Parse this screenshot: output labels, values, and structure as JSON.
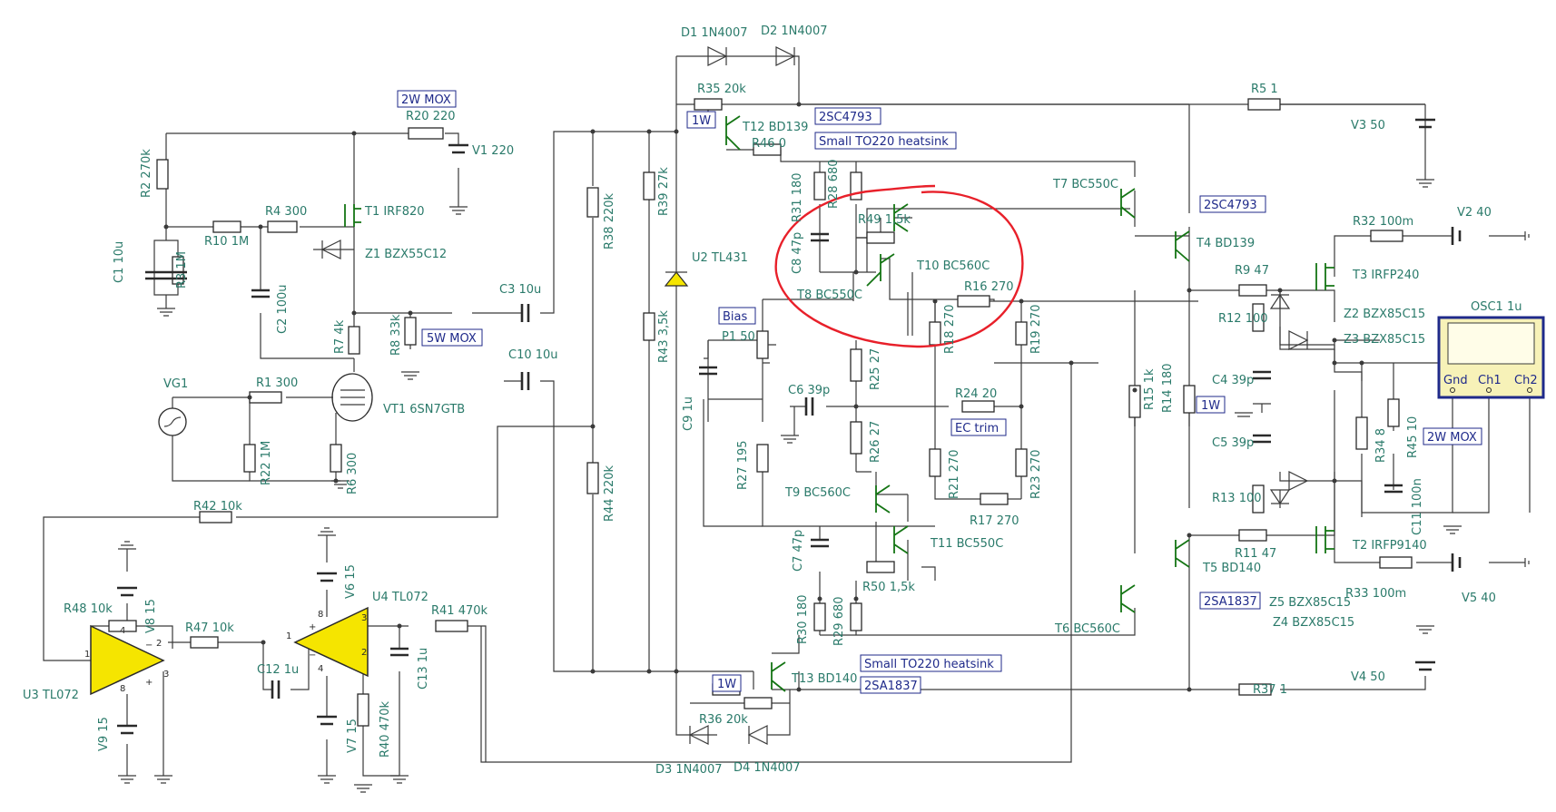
{
  "components": [
    {
      "id": "D1",
      "label": "D1 1N4007"
    },
    {
      "id": "D2",
      "label": "D2 1N4007"
    },
    {
      "id": "R35",
      "label": "R35 20k"
    },
    {
      "id": "R5",
      "label": "R5 1"
    },
    {
      "id": "V3",
      "label": "V3 50"
    },
    {
      "id": "R20",
      "label": "R20 220"
    },
    {
      "id": "V1",
      "label": "V1 220"
    },
    {
      "id": "R2",
      "label": "R2 270k"
    },
    {
      "id": "T1",
      "label": "T1 IRF820"
    },
    {
      "id": "R4",
      "label": "R4 300"
    },
    {
      "id": "R10",
      "label": "R10 1M"
    },
    {
      "id": "Z1",
      "label": "Z1 BZX55C12"
    },
    {
      "id": "C1",
      "label": "C1 10u"
    },
    {
      "id": "R3",
      "label": "R3 1M"
    },
    {
      "id": "C2",
      "label": "C2 100u"
    },
    {
      "id": "R7",
      "label": "R7 4k"
    },
    {
      "id": "R8",
      "label": "R8 33k"
    },
    {
      "id": "C3",
      "label": "C3 10u"
    },
    {
      "id": "C10",
      "label": "C10 10u"
    },
    {
      "id": "R38",
      "label": "R38 220k"
    },
    {
      "id": "R39",
      "label": "R39 27k"
    },
    {
      "id": "U2",
      "label": "U2 TL431"
    },
    {
      "id": "R43",
      "label": "R43 3,5k"
    },
    {
      "id": "T12",
      "label": "T12 BD139"
    },
    {
      "id": "R46",
      "label": "R46 0"
    },
    {
      "id": "R31",
      "label": "R31 180"
    },
    {
      "id": "R28",
      "label": "R28 680"
    },
    {
      "id": "C8",
      "label": "C8 47p"
    },
    {
      "id": "R49",
      "label": "R49 1,5k"
    },
    {
      "id": "T10",
      "label": "T10 BC560C"
    },
    {
      "id": "T8",
      "label": "T8 BC550C"
    },
    {
      "id": "R16",
      "label": "R16 270"
    },
    {
      "id": "T7",
      "label": "T7 BC550C"
    },
    {
      "id": "T4",
      "label": "T4 BD139"
    },
    {
      "id": "R32",
      "label": "R32 100m"
    },
    {
      "id": "V2",
      "label": "V2 40"
    },
    {
      "id": "R9",
      "label": "R9 47"
    },
    {
      "id": "T3",
      "label": "T3 IRFP240"
    },
    {
      "id": "Z2",
      "label": "Z2 BZX85C15"
    },
    {
      "id": "Z3",
      "label": "Z3 BZX85C15"
    },
    {
      "id": "R12",
      "label": "R12 100"
    },
    {
      "id": "OSC1",
      "label": "OSC1 1u"
    },
    {
      "id": "P1",
      "label": "P1 50"
    },
    {
      "id": "R18",
      "label": "R18 270"
    },
    {
      "id": "R19",
      "label": "R19 270"
    },
    {
      "id": "R25",
      "label": "R25 27"
    },
    {
      "id": "C6",
      "label": "C6 39p"
    },
    {
      "id": "R24",
      "label": "R24 20"
    },
    {
      "id": "R15",
      "label": "R15 1k"
    },
    {
      "id": "R14",
      "label": "R14 180"
    },
    {
      "id": "C4",
      "label": "C4 39p"
    },
    {
      "id": "C5",
      "label": "C5 39p"
    },
    {
      "id": "R34",
      "label": "R34 8"
    },
    {
      "id": "R45",
      "label": "R45 10"
    },
    {
      "id": "C9",
      "label": "C9 1u"
    },
    {
      "id": "R26",
      "label": "R26 27"
    },
    {
      "id": "R27",
      "label": "R27 195"
    },
    {
      "id": "R21",
      "label": "R21 270"
    },
    {
      "id": "R23",
      "label": "R23 270"
    },
    {
      "id": "T9",
      "label": "T9 BC560C"
    },
    {
      "id": "R17",
      "label": "R17 270"
    },
    {
      "id": "R13",
      "label": "R13 100"
    },
    {
      "id": "C11",
      "label": "C11 100n"
    },
    {
      "id": "T11",
      "label": "T11 BC550C"
    },
    {
      "id": "R11",
      "label": "R11 47"
    },
    {
      "id": "T2",
      "label": "T2 IRFP9140"
    },
    {
      "id": "C7",
      "label": "C7 47p"
    },
    {
      "id": "T5",
      "label": "T5 BD140"
    },
    {
      "id": "R50",
      "label": "R50 1,5k"
    },
    {
      "id": "R33",
      "label": "R33 100m"
    },
    {
      "id": "V5",
      "label": "V5 40"
    },
    {
      "id": "Z5",
      "label": "Z5 BZX85C15"
    },
    {
      "id": "Z4",
      "label": "Z4 BZX85C15"
    },
    {
      "id": "T6",
      "label": "T6 BC560C"
    },
    {
      "id": "R30",
      "label": "R30 180"
    },
    {
      "id": "R29",
      "label": "R29 680"
    },
    {
      "id": "T13",
      "label": "T13 BD140"
    },
    {
      "id": "V4",
      "label": "V4 50"
    },
    {
      "id": "R37",
      "label": "R37 1"
    },
    {
      "id": "R36",
      "label": "R36 20k"
    },
    {
      "id": "D3",
      "label": "D3 1N4007"
    },
    {
      "id": "D4",
      "label": "D4 1N4007"
    },
    {
      "id": "VG1",
      "label": "VG1"
    },
    {
      "id": "R1",
      "label": "R1 300"
    },
    {
      "id": "VT1",
      "label": "VT1 6SN7GTB"
    },
    {
      "id": "R22",
      "label": "R22 1M"
    },
    {
      "id": "R6",
      "label": "R6 300"
    },
    {
      "id": "R42",
      "label": "R42 10k"
    },
    {
      "id": "R44",
      "label": "R44 220k"
    },
    {
      "id": "V6",
      "label": "V6 15"
    },
    {
      "id": "U4",
      "label": "U4 TL072"
    },
    {
      "id": "R48",
      "label": "R48 10k"
    },
    {
      "id": "V8",
      "label": "V8 15"
    },
    {
      "id": "R47",
      "label": "R47 10k"
    },
    {
      "id": "R41",
      "label": "R41 470k"
    },
    {
      "id": "C12",
      "label": "C12 1u"
    },
    {
      "id": "C13",
      "label": "C13 1u"
    },
    {
      "id": "U3",
      "label": "U3 TL072"
    },
    {
      "id": "V9",
      "label": "V9 15"
    },
    {
      "id": "V7",
      "label": "V7 15"
    },
    {
      "id": "R40",
      "label": "R40 470k"
    }
  ],
  "notes": [
    {
      "text": "2W MOX"
    },
    {
      "text": "1W"
    },
    {
      "text": "2SC4793"
    },
    {
      "text": "Small TO220 heatsink"
    },
    {
      "text": "5W MOX"
    },
    {
      "text": "2SC4793"
    },
    {
      "text": "Bias"
    },
    {
      "text": "EC trim"
    },
    {
      "text": "1W"
    },
    {
      "text": "2W MOX"
    },
    {
      "text": "2SA1837"
    },
    {
      "text": "Small TO220 heatsink"
    },
    {
      "text": "1W"
    },
    {
      "text": "2SA1837"
    }
  ],
  "oscilloscope": {
    "terminals": [
      "Gnd",
      "Ch1",
      "Ch2"
    ]
  },
  "pin_labels": [
    "1",
    "2",
    "3",
    "4",
    "8",
    "1",
    "2",
    "3",
    "4",
    "8"
  ],
  "annotation": {
    "color": "#e8202a",
    "shape": "hand-drawn circle around T8 / T10 / R49"
  },
  "colors": {
    "wire": "#3a3a3a",
    "label": "#2a7a6a",
    "note_text": "#1f2a8a",
    "opamp_fill": "#f5e500",
    "transistor": "#147514"
  }
}
